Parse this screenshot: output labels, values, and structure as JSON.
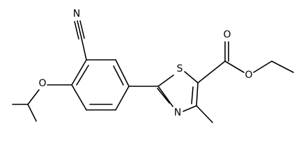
{
  "molecule": {
    "atoms": {
      "nitrile_n": "N",
      "ether_o": "O",
      "thiazole_s": "S",
      "thiazole_n": "N",
      "carbonyl_o": "O",
      "ester_o": "O"
    },
    "colors": {
      "bond": "#000000",
      "label": "#000000",
      "background": "#ffffff"
    }
  }
}
